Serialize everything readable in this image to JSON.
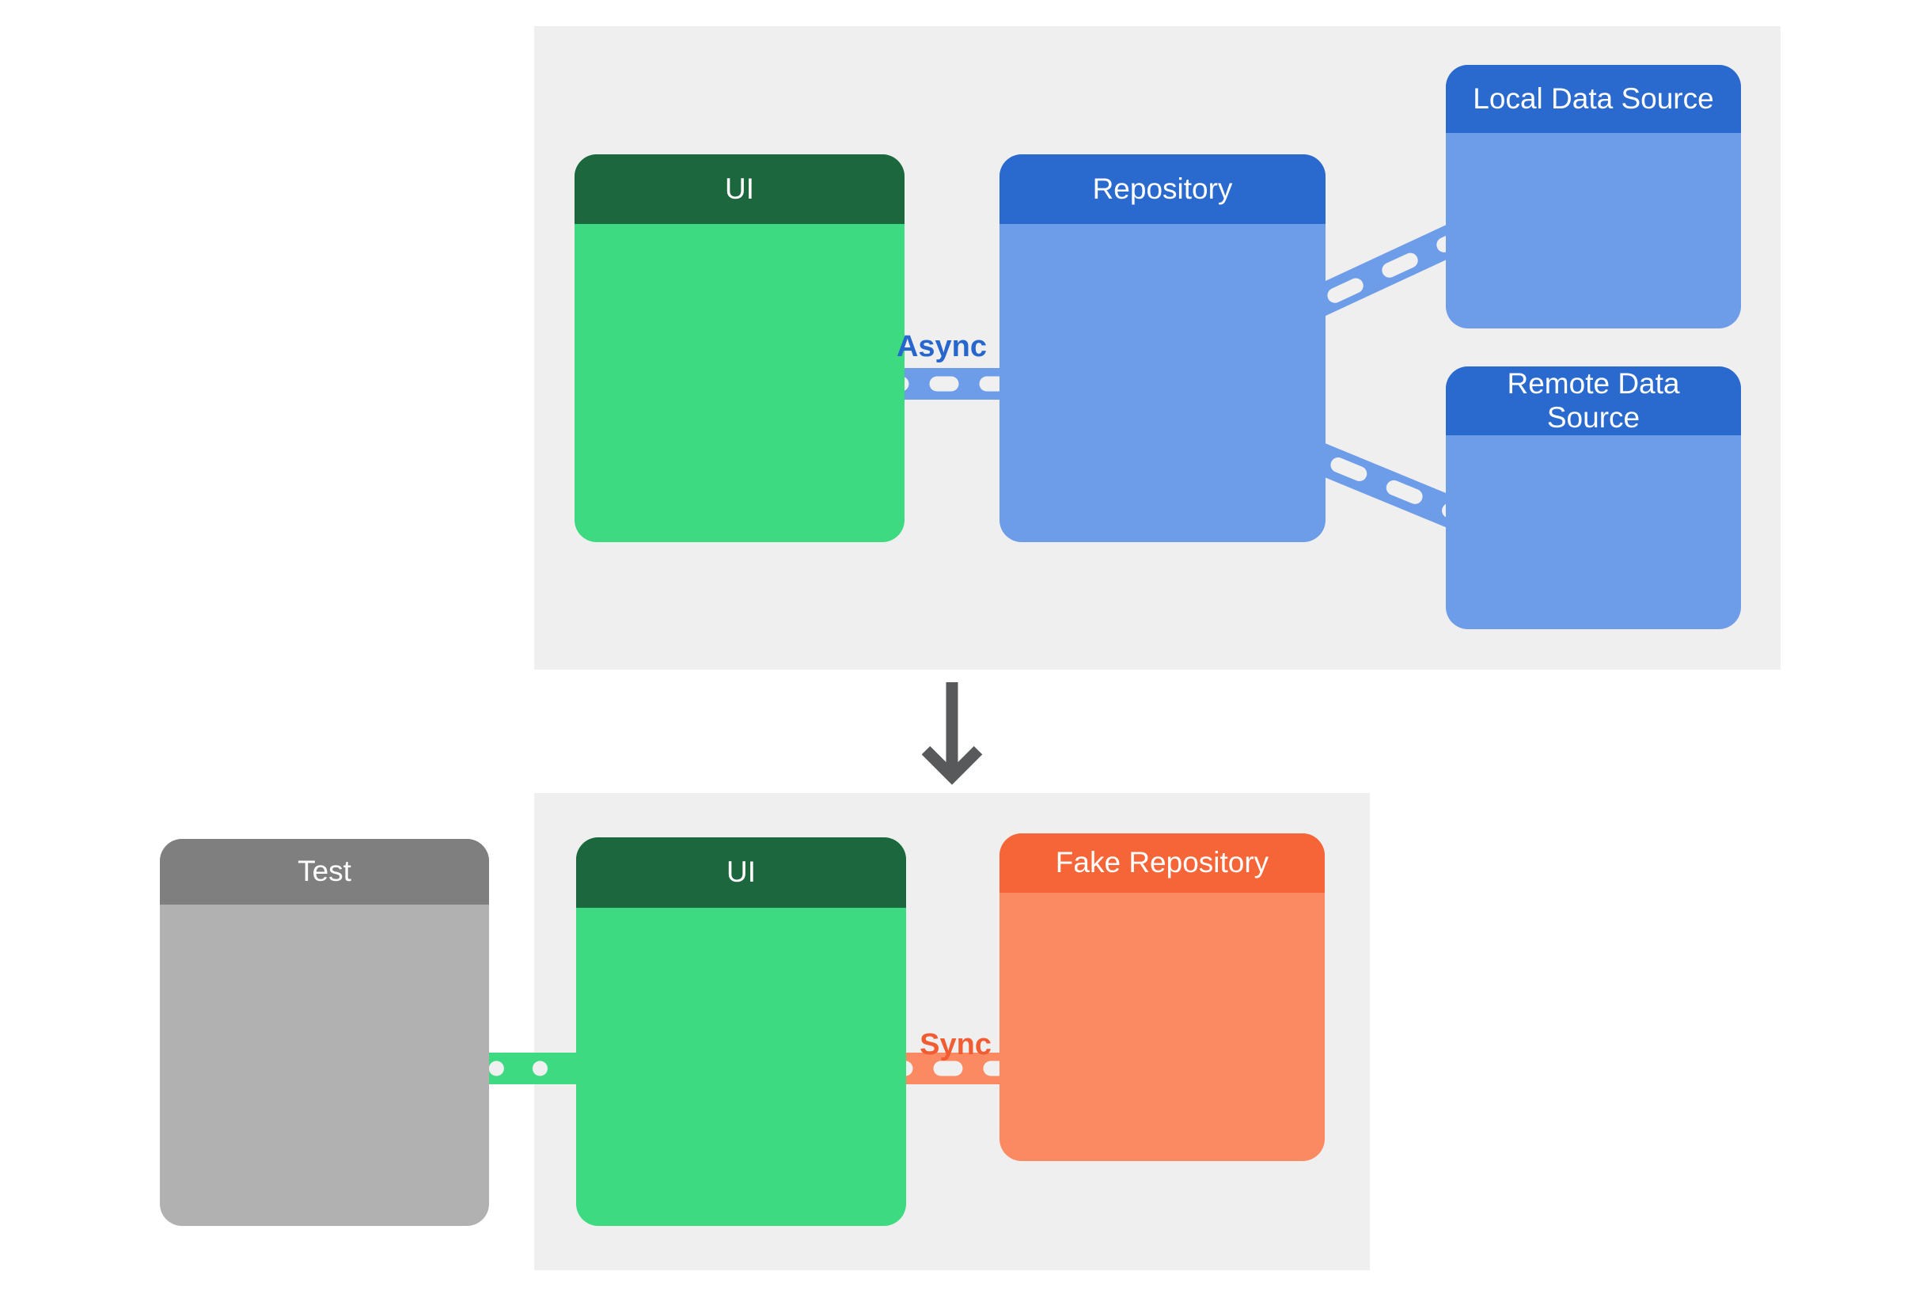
{
  "colors": {
    "white": "#ffffff",
    "panel": "#efefef",
    "green": "#3dda82",
    "green_dark": "#1c673e",
    "blue": "#6d9ce9",
    "blue_dark": "#2a6ace",
    "orange": "#fb8a62",
    "orange_dark": "#f56538",
    "gray": "#b1b1b1",
    "gray_dark": "#7f7f7f",
    "arrow": "#58595b",
    "dash": "#f0f0f0",
    "async": "#2766cd",
    "sync": "#f25c33"
  },
  "top": {
    "ui_title": "UI",
    "repository_title": "Repository",
    "local_title": "Local Data Source",
    "remote_title": "Remote Data Source",
    "connection_label": "Async"
  },
  "bottom": {
    "test_title": "Test",
    "ui_title": "UI",
    "fake_repository_title": "Fake Repository",
    "connection_label": "Sync"
  }
}
